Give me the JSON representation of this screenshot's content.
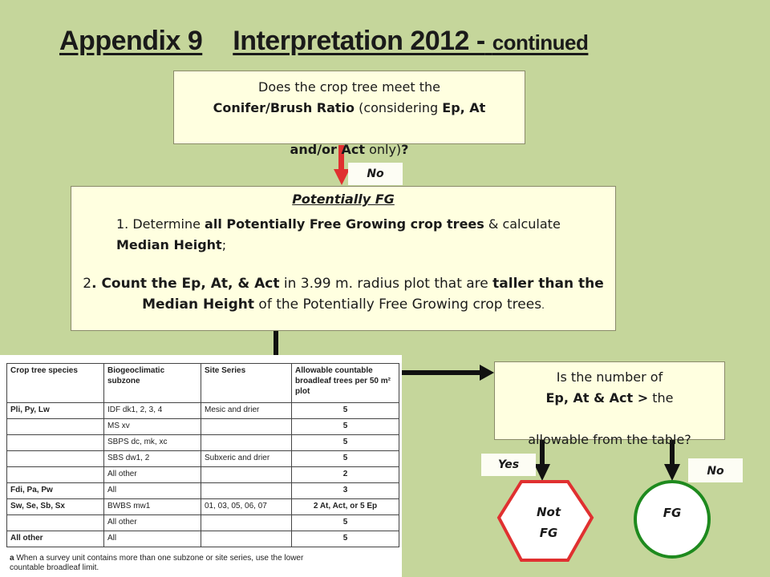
{
  "title": {
    "part1": "Appendix 9",
    "part2": "Interpretation 2012  -",
    "part3": "continued"
  },
  "question1": {
    "line1": "Does the crop tree meet the",
    "line2_bold": "Conifer/Brush Ratio",
    "line2_rest": " (considering ",
    "line2_bold2": "Ep, At",
    "line3_bold": "and/or Act",
    "line3_rest": " only)",
    "line3_q": "?"
  },
  "labels": {
    "no1": "No",
    "yes": "Yes",
    "no2": "No"
  },
  "potentially_fg": {
    "heading": "Potentially FG",
    "step1_a": "1. Determine ",
    "step1_b": "all Potentially Free Growing crop trees",
    "step1_c": " & calculate ",
    "step1_d": "Median Height",
    "step1_e": ";",
    "step2_a": "2",
    "step2_b": ". Count the Ep, At, & Act",
    "step2_c": " in 3.99 m. radius plot that are ",
    "step2_d": "taller than the Median Height",
    "step2_e": " of the Potentially Free Growing crop trees",
    "step2_f": "."
  },
  "question2": {
    "line1": "Is the number of",
    "line2_bold": "Ep, At & Act >",
    "line2_rest": " the",
    "line3": "allowable from the table?"
  },
  "outcomes": {
    "not_fg_line1": "Not",
    "not_fg_line2": "FG",
    "fg": "FG"
  },
  "colors": {
    "background": "#c5d69b",
    "box_fill": "#ffffe0",
    "arrow_red": "#e03030",
    "arrow_dark": "#111111",
    "not_fg_border": "#e03030",
    "fg_border": "#1e8a1e"
  },
  "table": {
    "headers": [
      "Crop tree species",
      "Biogeoclimatic subzone",
      "Site Series",
      "Allowable countable broadleaf trees per 50 m² plot"
    ],
    "rows": [
      [
        "Pli, Py, Lw",
        "IDF dk1, 2, 3, 4",
        "Mesic and drier",
        "5"
      ],
      [
        "",
        "MS xv",
        "",
        "5"
      ],
      [
        "",
        "SBPS dc, mk, xc",
        "",
        "5"
      ],
      [
        "",
        "SBS dw1, 2",
        "Subxeric and drier",
        "5"
      ],
      [
        "",
        "All other",
        "",
        "2"
      ],
      [
        "Fdi, Pa, Pw",
        "All",
        "",
        "3"
      ],
      [
        "Sw, Se, Sb, Sx",
        "BWBS mw1",
        "01, 03, 05, 06, 07",
        "2 At, Act, or 5 Ep"
      ],
      [
        "",
        "All other",
        "",
        "5"
      ],
      [
        "All other",
        "All",
        "",
        "5"
      ]
    ],
    "footnote_mark": "a",
    "footnote_line1": " When a survey unit contains more than one subzone or site series, use the lower",
    "footnote_line2": "countable broadleaf limit."
  }
}
